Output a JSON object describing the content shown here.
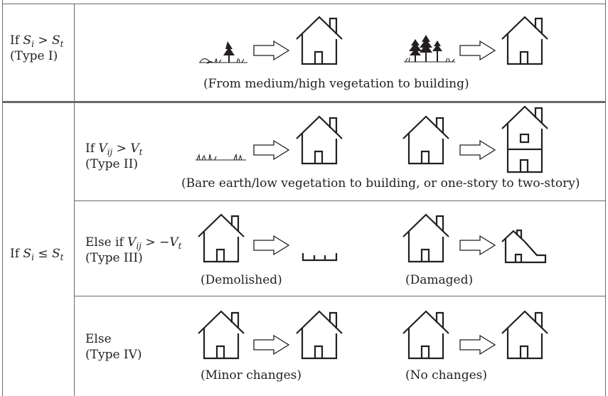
{
  "rows": [
    {
      "condition": {
        "pre": "If ",
        "v1": "S",
        "s1": "i",
        "op": " > ",
        "v2": "S",
        "s2": "t",
        "type": "(Type I)"
      },
      "captions": [
        "(From medium/high vegetation to building)"
      ]
    },
    {
      "outer_condition": {
        "pre": "If ",
        "v1": "S",
        "s1": "i",
        "op": " ≤ ",
        "v2": "S",
        "s2": "t"
      }
    },
    {
      "condition": {
        "pre": "If ",
        "v1": "V",
        "s1": "ij",
        "op": " > ",
        "v2": "V",
        "s2": "t",
        "type": "(Type II)"
      },
      "captions": [
        "(Bare earth/low vegetation to building, or one-story to two-story)"
      ]
    },
    {
      "condition": {
        "pre": "Else if ",
        "v1": "V",
        "s1": "ij",
        "op": " > −",
        "v2": "V",
        "s2": "t",
        "type": "(Type III)"
      },
      "captions": [
        "(Demolished)",
        "(Damaged)"
      ]
    },
    {
      "condition": {
        "pre": "Else",
        "type": "(Type IV)"
      },
      "captions": [
        "(Minor changes)",
        "(No changes)"
      ]
    }
  ],
  "icons": {
    "house": "house-icon",
    "two_story": "two-story-house-icon",
    "arrow": "right-arrow-icon",
    "tree": "tree-icon",
    "trees": "trees-icon",
    "grass": "grass-icon",
    "demolished": "demolished-foundation-icon",
    "damaged": "damaged-house-icon"
  },
  "colors": {
    "ink": "#231f20",
    "rule": "#6a6a6a"
  }
}
